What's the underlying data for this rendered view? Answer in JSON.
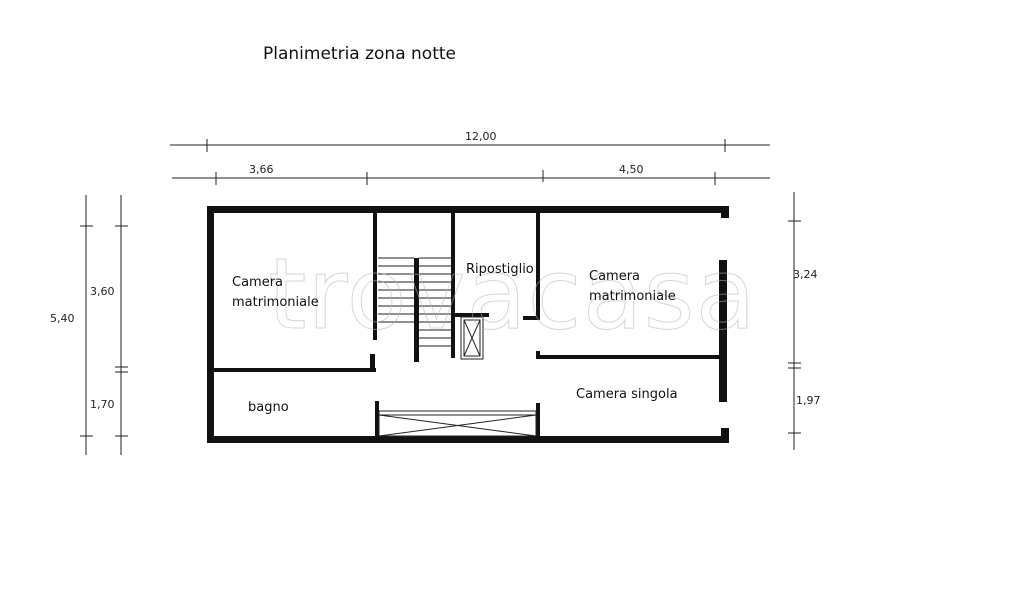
{
  "title": "Planimetria zona notte",
  "watermark": "trovacasa",
  "rooms": {
    "camera_matrimoniale_left": [
      "Camera",
      "matrimoniale"
    ],
    "ripostiglio": "Ripostiglio",
    "camera_matrimoniale_right": [
      "Camera",
      "matrimoniale"
    ],
    "bagno": "bagno",
    "camera_singola": "Camera singola"
  },
  "dimensions": {
    "total_width": "12,00",
    "left_width": "3,66",
    "right_width": "4,50",
    "total_height": "5,40",
    "left_upper": "3,60",
    "left_lower": "1,70",
    "right_upper": "3,24",
    "right_lower": "1,97"
  },
  "colors": {
    "wall": "#111111",
    "line": "#222222",
    "watermark": "#b4b4b4"
  }
}
